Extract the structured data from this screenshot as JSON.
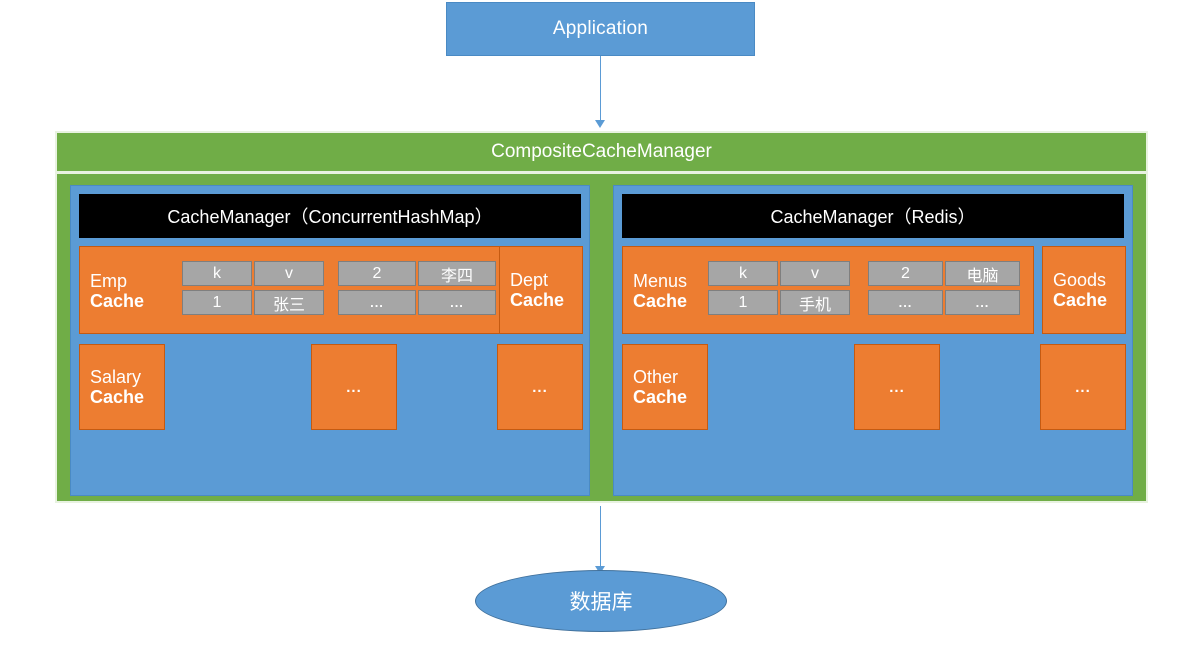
{
  "diagram": {
    "title": "CompositeCacheManager cache architecture",
    "application": {
      "label": "Application"
    },
    "composite": {
      "label": "CompositeCacheManager"
    },
    "database": {
      "label": "数据库"
    },
    "colors": {
      "blue": "#5B9BD5",
      "green": "#70AD47",
      "orange": "#ED7D31",
      "gray": "#A6A6A6",
      "black": "#000000",
      "white": "#FFFFFF"
    },
    "arrows": [
      {
        "name": "application-to-composite",
        "direction": "down"
      },
      {
        "name": "composite-to-database",
        "direction": "down"
      }
    ],
    "managers": [
      {
        "title": "CacheManager（ConcurrentHashMap）",
        "caches": {
          "primary": {
            "name": "Emp",
            "suffix": "Cache"
          },
          "side": {
            "name": "Dept",
            "suffix": "Cache"
          },
          "secondary": {
            "name": "Salary",
            "suffix": "Cache"
          },
          "placeholders": [
            "...",
            "..."
          ]
        },
        "table": {
          "header": [
            "k",
            "v"
          ],
          "rows": [
            [
              "1",
              "张三"
            ],
            [
              "2",
              "李四"
            ],
            [
              "...",
              "..."
            ]
          ]
        }
      },
      {
        "title": "CacheManager（Redis）",
        "caches": {
          "primary": {
            "name": "Menus",
            "suffix": "Cache"
          },
          "side": {
            "name": "Goods",
            "suffix": "Cache"
          },
          "secondary": {
            "name": "Other",
            "suffix": "Cache"
          },
          "placeholders": [
            "...",
            "..."
          ]
        },
        "table": {
          "header": [
            "k",
            "v"
          ],
          "rows": [
            [
              "1",
              "手机"
            ],
            [
              "2",
              "电脑"
            ],
            [
              "...",
              "..."
            ]
          ]
        }
      }
    ]
  }
}
